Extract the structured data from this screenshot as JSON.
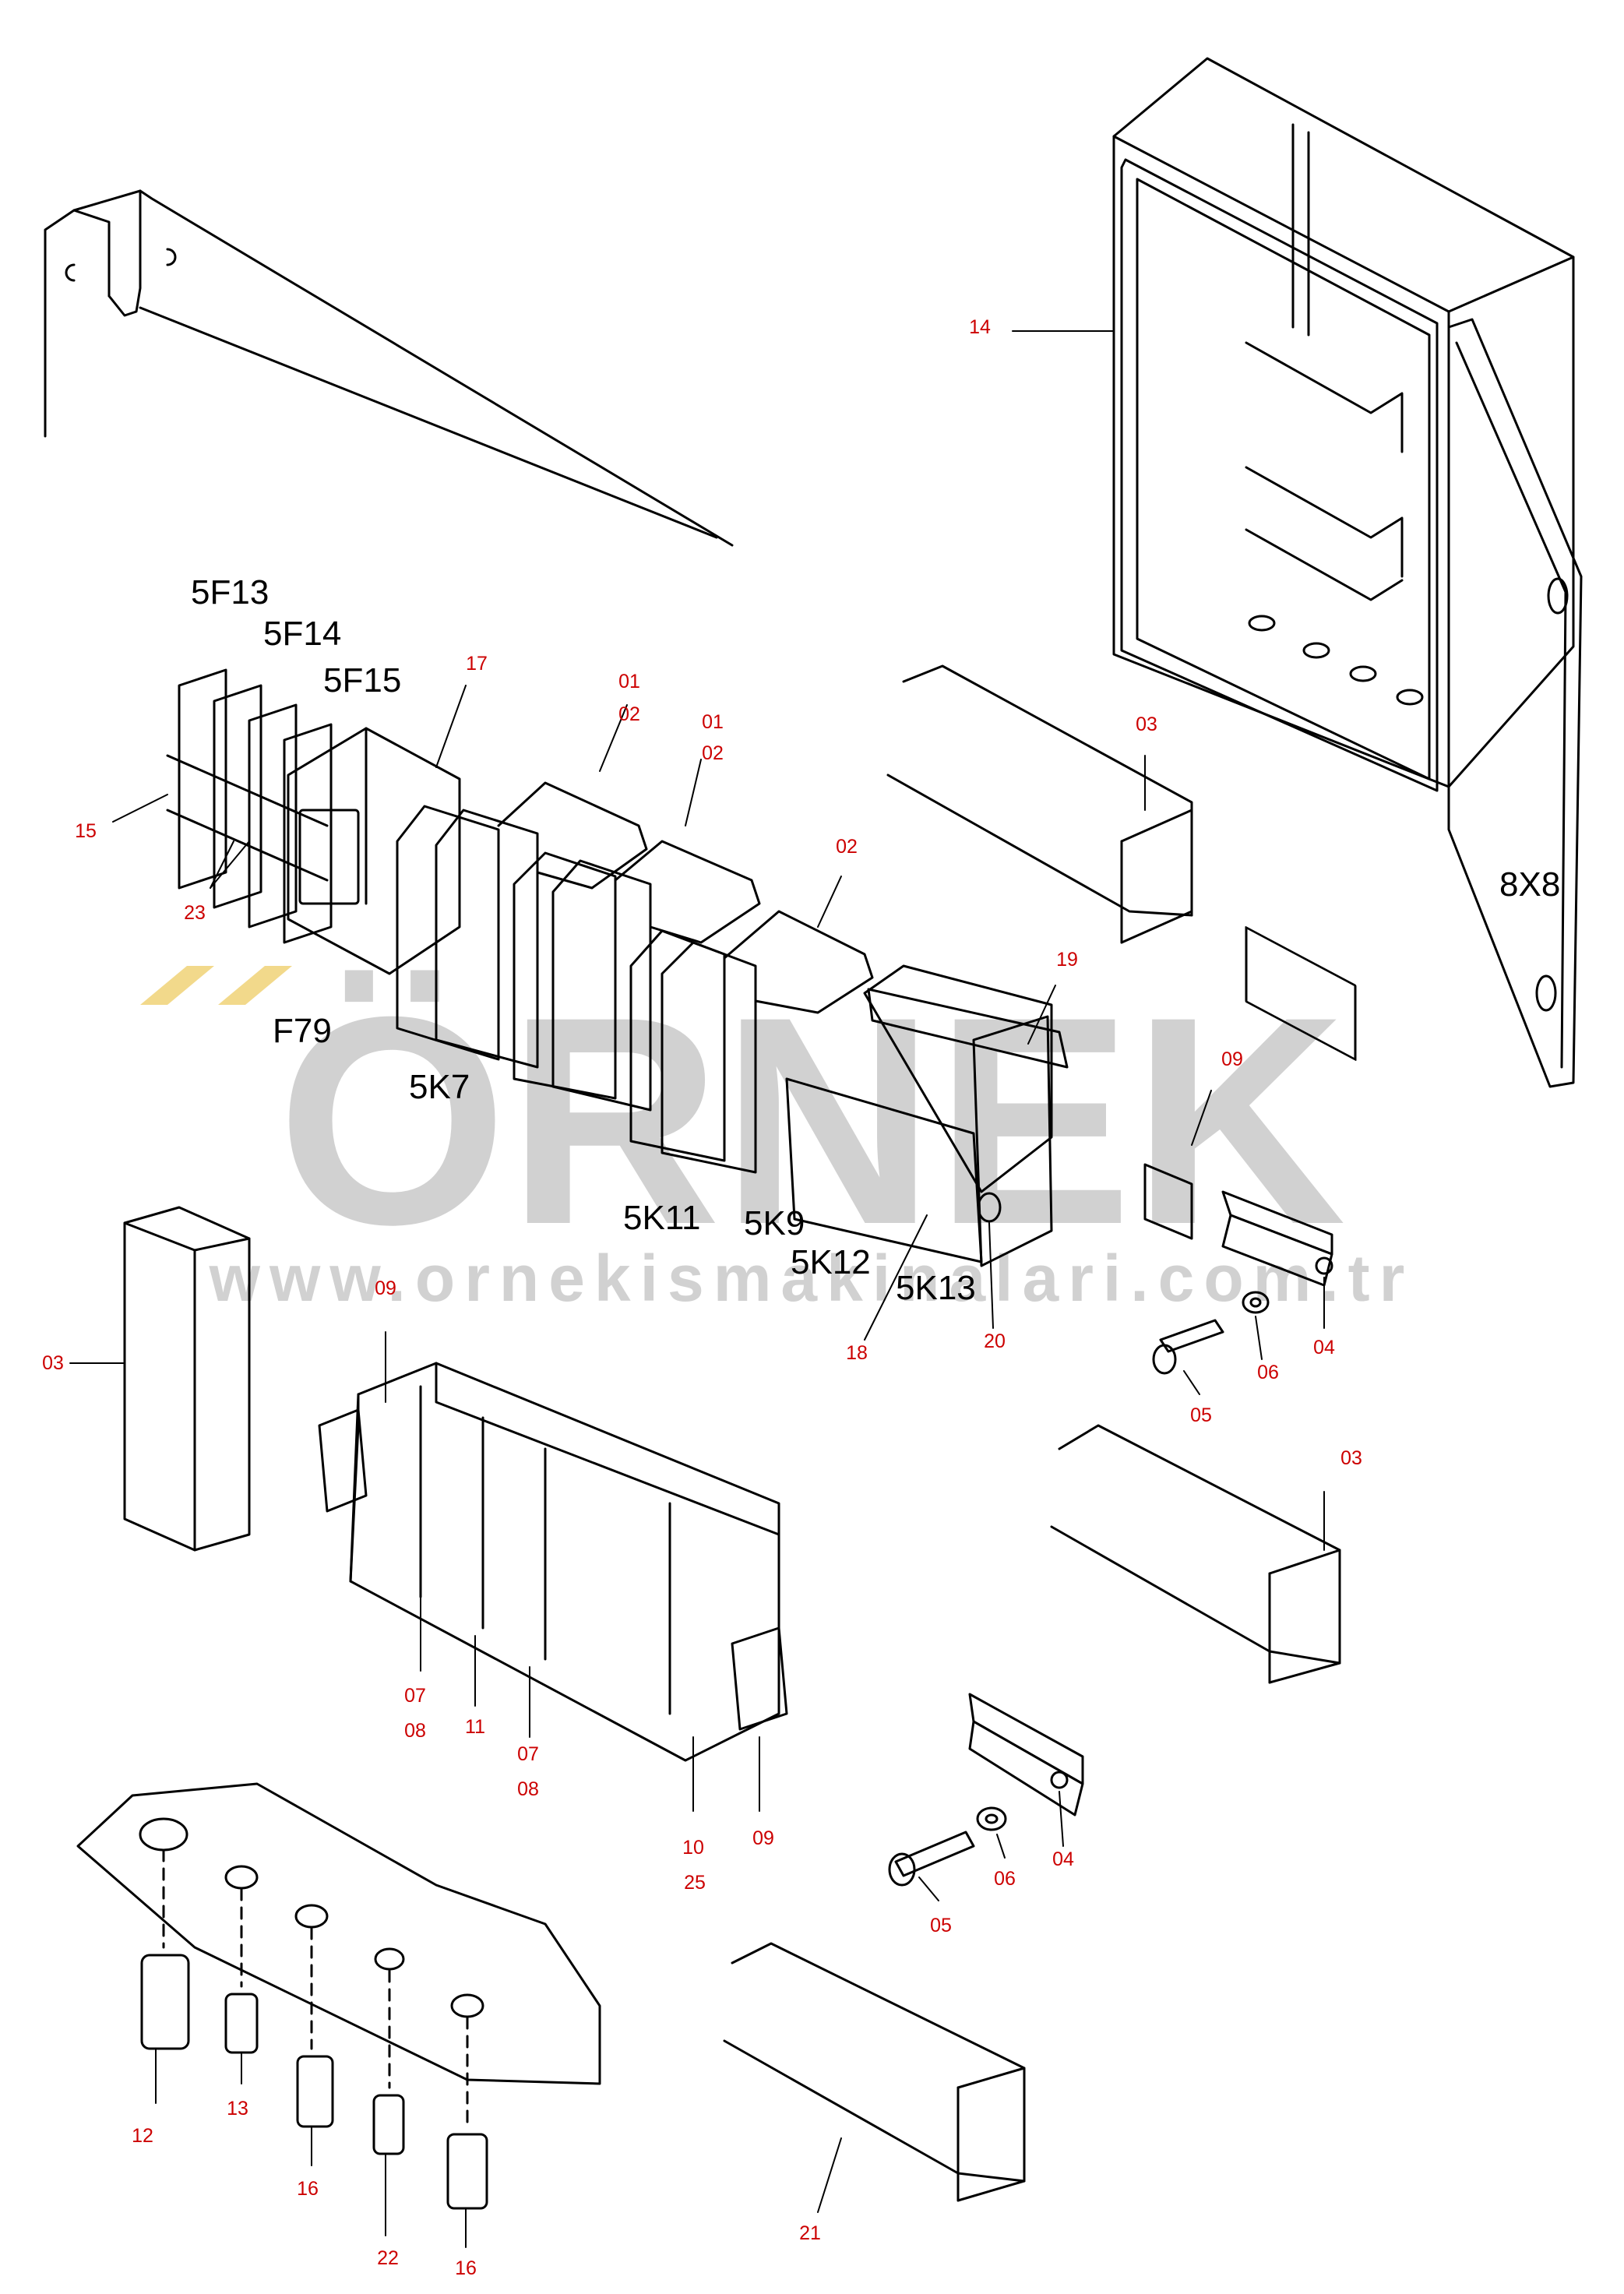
{
  "colors": {
    "line": "#000000",
    "callout": "#cc0000",
    "designator": "#000000",
    "watermark": "#c9c9c9",
    "watermark_accent": "#f2d98b"
  },
  "watermark": {
    "logo": "ÖRNEK",
    "url": "www.ornekismakinalari.com.tr"
  },
  "callouts": {
    "c14": "14",
    "c03a": "03",
    "c01a": "01",
    "c02a": "02",
    "c01b": "01",
    "c02b": "02",
    "c02c": "02",
    "c17": "17",
    "c15": "15",
    "c23": "23",
    "c19": "19",
    "c09a": "09",
    "c18": "18",
    "c20": "20",
    "c04a": "04",
    "c05a": "05",
    "c06a": "06",
    "c03b": "03",
    "c09b": "09",
    "c03c": "03",
    "c07a": "07",
    "c08a": "08",
    "c11": "11",
    "c07b": "07",
    "c08b": "08",
    "c10": "10",
    "c25": "25",
    "c09c": "09",
    "c04b": "04",
    "c05b": "05",
    "c06b": "06",
    "c12": "12",
    "c13": "13",
    "c16a": "16",
    "c22": "22",
    "c16b": "16",
    "c21": "21"
  },
  "designators": {
    "d5F13": "5F13",
    "d5F14": "5F14",
    "d5F15": "5F15",
    "dF79": "F79",
    "d5K7": "5K7",
    "d5K11": "5K11",
    "d5K9": "5K9",
    "d5K12": "5K12",
    "d5K13": "5K13",
    "d8X8": "8X8"
  }
}
